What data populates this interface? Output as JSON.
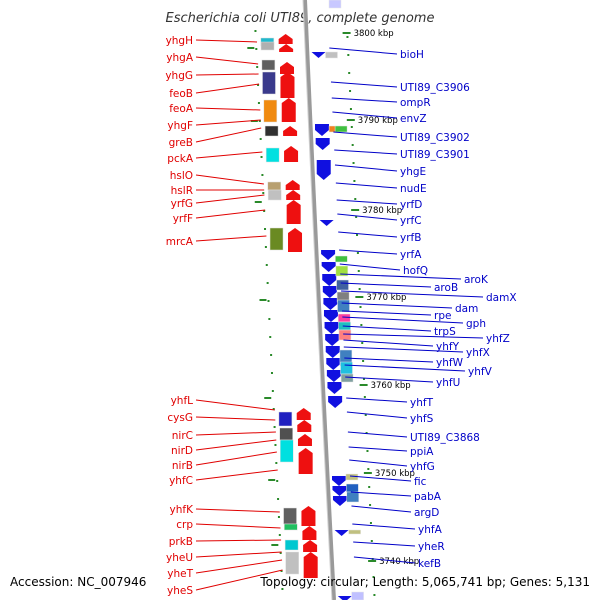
{
  "title": "Escherichia coli UTI89, complete genome",
  "accession": "Accession: NC_007946",
  "topology": "Topology: circular; Length: 5,065,741 bp; Genes: 5,131",
  "ticks": [
    "3800 kbp",
    "3790 kbp",
    "3780 kbp",
    "3770 kbp",
    "3760 kbp",
    "3750 kbp",
    "3740 kbp"
  ],
  "genes_left": [
    "yhgH",
    "yhgA",
    "yhgG",
    "feoB",
    "feoA",
    "yhgF",
    "greB",
    "pckA",
    "hslO",
    "hslR",
    "yrfG",
    "yrfF",
    "mrcA",
    "yhfL",
    "cysG",
    "nirC",
    "nirD",
    "nirB",
    "yhfC",
    "yhfK",
    "crp",
    "prkB",
    "yheU",
    "yheT",
    "yheS"
  ],
  "genes_right": [
    "bioH",
    "UTI89_C3906",
    "ompR",
    "envZ",
    "UTI89_C3902",
    "UTI89_C3901",
    "yhgE",
    "nudE",
    "yrfD",
    "yrfC",
    "yrfB",
    "yrfA",
    "hofQ",
    "aroK",
    "aroB",
    "damX",
    "dam",
    "rpe",
    "gph",
    "trpS",
    "yhfZ",
    "yhfY",
    "yhfX",
    "yhfW",
    "yhfV",
    "yhfU",
    "yhfT",
    "yhfS",
    "UTI89_C3868",
    "ppiA",
    "yhfG",
    "fic",
    "pabA",
    "argD",
    "yhfA",
    "yheR",
    "kefB"
  ],
  "colors": {
    "left_label": "#e00000",
    "right_label": "#0000c8",
    "backbone": "#808080",
    "tick": "#2a8a2a"
  }
}
